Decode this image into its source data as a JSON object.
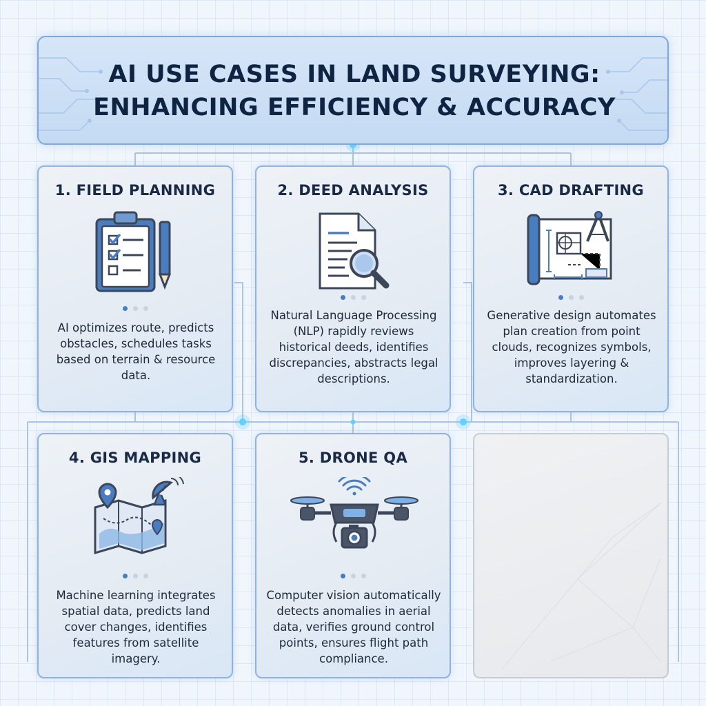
{
  "title": {
    "line1": "AI USE CASES IN LAND SURVEYING:",
    "line2": "ENHANCING EFFICIENCY & ACCURACY"
  },
  "cards": [
    {
      "title": "1. FIELD PLANNING",
      "icon": "clipboard-checklist-pencil-icon",
      "desc": "AI optimizes route, predicts obstacles, schedules tasks based on terrain & resource data."
    },
    {
      "title": "2. DEED ANALYSIS",
      "icon": "document-magnifier-icon",
      "desc": "Natural Language Processing (NLP) rapidly reviews historical deeds, identifies discrepancies, abstracts legal descriptions."
    },
    {
      "title": "3. CAD DRAFTING",
      "icon": "blueprint-compass-icon",
      "desc": "Generative design automates plan creation from point clouds, recognizes symbols, improves layering & standardization."
    },
    {
      "title": "4. GIS MAPPING",
      "icon": "map-satellite-icon",
      "desc": "Machine learning integrates spatial data, predicts land cover changes, identifies features from satellite imagery."
    },
    {
      "title": "5. DRONE QA",
      "icon": "drone-camera-icon",
      "desc": "Computer vision automatically detects anomalies in aerial data, verifies ground control points, ensures flight path compliance."
    }
  ],
  "colors": {
    "accent": "#4a7cc0",
    "accent_light": "#7fb0e6",
    "outline": "#3b4658",
    "title_text": "#0f2343",
    "glow": "#5fd0ff"
  }
}
